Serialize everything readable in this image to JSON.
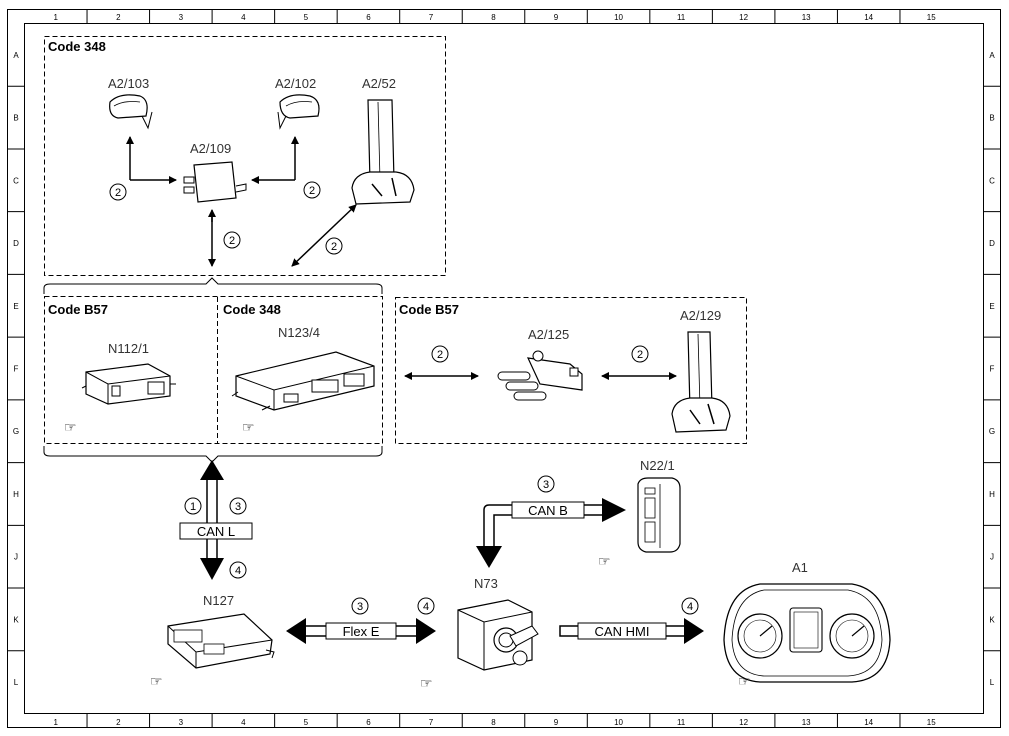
{
  "grid": {
    "columns": [
      "1",
      "2",
      "3",
      "4",
      "5",
      "6",
      "7",
      "8",
      "9",
      "10",
      "11",
      "12",
      "13",
      "14",
      "15"
    ],
    "rows": [
      "A",
      "B",
      "C",
      "D",
      "E",
      "F",
      "G",
      "H",
      "J",
      "K",
      "L"
    ]
  },
  "groups": {
    "top_code348": "Code 348",
    "left_codeB57": "Code B57",
    "left_code348": "Code 348",
    "right_codeB57": "Code B57"
  },
  "components": {
    "a2_103": "A2/103",
    "a2_102": "A2/102",
    "a2_52": "A2/52",
    "a2_109": "A2/109",
    "n112_1": "N112/1",
    "n123_4": "N123/4",
    "a2_125": "A2/125",
    "a2_129": "A2/129",
    "n22_1": "N22/1",
    "n127": "N127",
    "n73": "N73",
    "a1": "A1"
  },
  "buses": {
    "can_l": "CAN L",
    "can_b": "CAN B",
    "flex_e": "Flex E",
    "can_hmi": "CAN HMI"
  },
  "markers": {
    "m_a103": "2",
    "m_a102": "2",
    "m_a109_vert": "2",
    "m_a52": "2",
    "m_left_f": "2",
    "m_right_f": "2",
    "m_canl_1": "1",
    "m_canl_3": "3",
    "m_canl_4": "4",
    "m_canb_3": "3",
    "m_flex_3": "3",
    "m_flex_4": "4",
    "m_hmi_4": "4"
  },
  "icons": {
    "reference": "pointing-hand-icon"
  }
}
